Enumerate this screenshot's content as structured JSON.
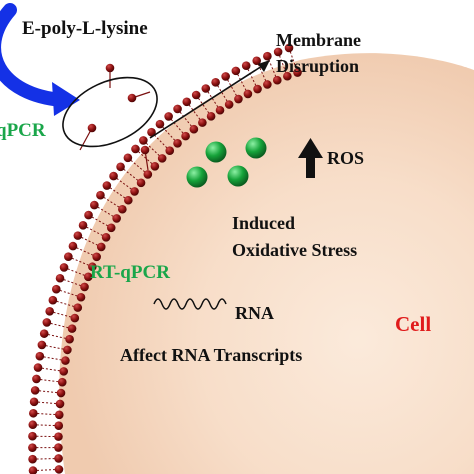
{
  "labels": {
    "polylysine": "E-poly-L-lysine",
    "membrane_disruption_line1": "Membrane",
    "membrane_disruption_line2": "Disruption",
    "qpcr_partial": "qPCR",
    "ros": "ROS",
    "induced_line1": "Induced",
    "induced_line2": "Oxidative Stress",
    "rt_qpcr": "RT-qPCR",
    "rna": "RNA",
    "affect_rna": "Affect RNA Transcripts",
    "cell": "Cell"
  },
  "colors": {
    "text": "#111111",
    "green_label": "#1aa64a",
    "cell_label": "#e01b1b",
    "arrow_blue": "#1431e6",
    "lipid_head": "#8a1010",
    "ros_sphere": "#16a33a",
    "cell_fill": "#f8e2cf"
  },
  "icons": {
    "blue_arrow": "curved-arrow-icon",
    "ros_arrow": "up-arrow-icon",
    "rna": "rna-wave-icon"
  }
}
